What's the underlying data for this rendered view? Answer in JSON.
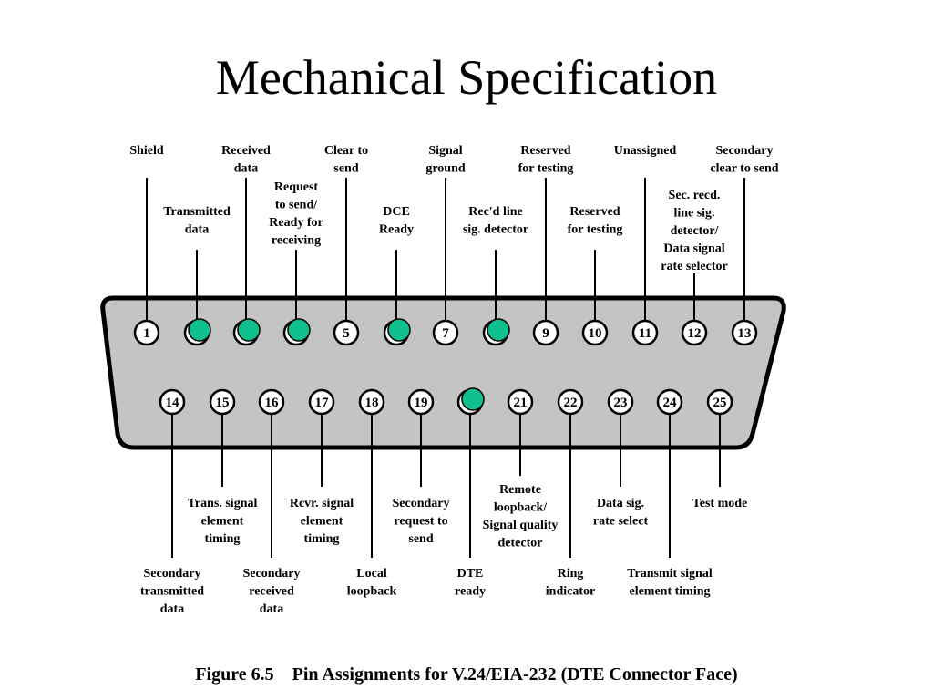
{
  "title": "Mechanical Specification",
  "caption": "Figure 6.5    Pin Assignments for V.24/EIA-232 (DTE Connector Face)",
  "colors": {
    "connector_fill": "#c4c4c4",
    "active_pin": "#0fbf8e",
    "line": "#000000"
  },
  "pins": [
    {
      "num": "1",
      "label": [
        "Shield"
      ],
      "active": false
    },
    {
      "num": "",
      "label": [
        "Transmitted",
        "data"
      ],
      "active": true
    },
    {
      "num": "",
      "label": [
        "Received",
        "data"
      ],
      "active": true
    },
    {
      "num": "",
      "label": [
        "Request",
        "to send/",
        "Ready for",
        "receiving"
      ],
      "active": true
    },
    {
      "num": "5",
      "label": [
        "Clear to",
        "send"
      ],
      "active": false
    },
    {
      "num": "",
      "label": [
        "DCE",
        "Ready"
      ],
      "active": true
    },
    {
      "num": "7",
      "label": [
        "Signal",
        "ground"
      ],
      "active": false
    },
    {
      "num": "",
      "label": [
        "Rec'd line",
        "sig. detector"
      ],
      "active": true
    },
    {
      "num": "9",
      "label": [
        "Reserved",
        "for testing"
      ],
      "active": false
    },
    {
      "num": "10",
      "label": [
        "Reserved",
        "for testing"
      ],
      "active": false
    },
    {
      "num": "11",
      "label": [
        "Unassigned"
      ],
      "active": false
    },
    {
      "num": "12",
      "label": [
        "Sec. recd.",
        "line sig.",
        "detector/",
        "Data signal",
        "rate selector"
      ],
      "active": false
    },
    {
      "num": "13",
      "label": [
        "Secondary",
        "clear to send"
      ],
      "active": false
    },
    {
      "num": "14",
      "label": [
        "Secondary",
        "transmitted",
        "data"
      ],
      "active": false
    },
    {
      "num": "15",
      "label": [
        "Trans. signal",
        "element",
        "timing"
      ],
      "active": false
    },
    {
      "num": "16",
      "label": [
        "Secondary",
        "received",
        "data"
      ],
      "active": false
    },
    {
      "num": "17",
      "label": [
        "Rcvr. signal",
        "element",
        "timing"
      ],
      "active": false
    },
    {
      "num": "18",
      "label": [
        "Local",
        "loopback"
      ],
      "active": false
    },
    {
      "num": "19",
      "label": [
        "Secondary",
        "request to",
        "send"
      ],
      "active": false
    },
    {
      "num": "",
      "label": [
        "DTE",
        "ready"
      ],
      "active": true
    },
    {
      "num": "21",
      "label": [
        "Remote",
        "loopback/",
        "Signal quality",
        "detector"
      ],
      "active": false
    },
    {
      "num": "22",
      "label": [
        "Ring",
        "indicator"
      ],
      "active": false
    },
    {
      "num": "23",
      "label": [
        "Data sig.",
        "rate select"
      ],
      "active": false
    },
    {
      "num": "24",
      "label": [
        "Transmit signal",
        "element timing"
      ],
      "active": false
    },
    {
      "num": "25",
      "label": [
        "Test mode"
      ],
      "active": false
    }
  ]
}
